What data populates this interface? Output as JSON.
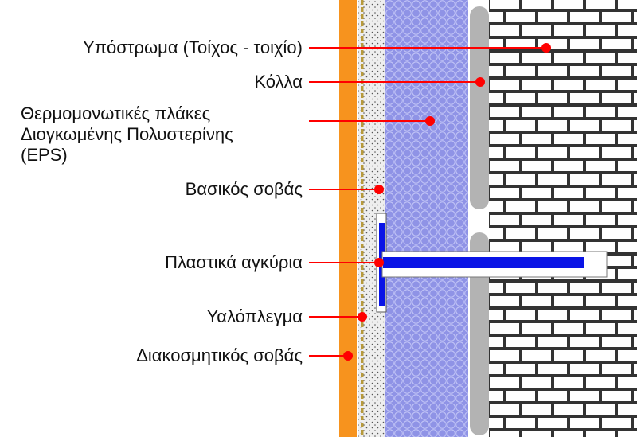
{
  "labels": {
    "substrate": "Υπόστρωμα (Τοίχος - τοιχίο)",
    "adhesive": "Κόλλα",
    "insulation": "Θερμομονωτικές πλάκες\nΔιογκωμένης Πολυστερίνης\n(EPS)",
    "base_plaster": "Βασικός σοβάς",
    "anchors": "Πλαστικά αγκύρια",
    "mesh": "Υαλόπλεγμα",
    "finish_plaster": "Διακοσμητικός σοβάς"
  },
  "colors": {
    "finish_plaster": "#f7931e",
    "mesh": "#b79a3c",
    "base_plaster": "#eeeeee",
    "insulation": "#8f93e6",
    "adhesive": "#b3b3b3",
    "brick": "#ffffff",
    "mortar": "#333333",
    "anchor": "#0a14e6",
    "leader": "#ff0000",
    "text": "#111111"
  }
}
